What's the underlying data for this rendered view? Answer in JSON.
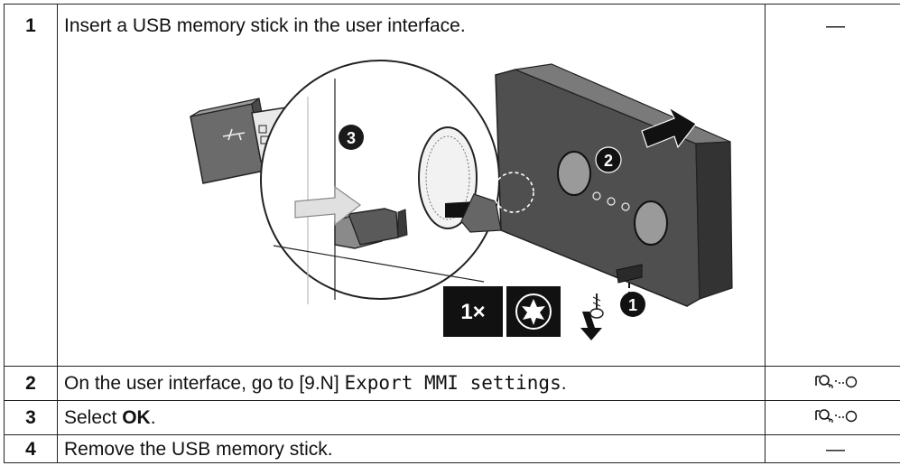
{
  "steps": [
    {
      "number": "1",
      "text": "Insert a USB memory stick in the user interface.",
      "icon": "—"
    },
    {
      "number": "2",
      "text_before": "On the user interface, go to [9.N] ",
      "code": "Export MMI settings",
      "text_after": ".",
      "icon_name": "user-interface-dial-icon"
    },
    {
      "number": "3",
      "text_before": "Select ",
      "bold": "OK",
      "text_after": ".",
      "icon_name": "user-interface-dial-icon"
    },
    {
      "number": "4",
      "text": "Remove the USB memory stick.",
      "icon": "—"
    }
  ],
  "illustration": {
    "callouts": [
      "1",
      "2",
      "3"
    ],
    "tool_count": "1×",
    "tool_icon": "torx-screwdriver-icon",
    "usb_icon": "usb-symbol-icon"
  }
}
